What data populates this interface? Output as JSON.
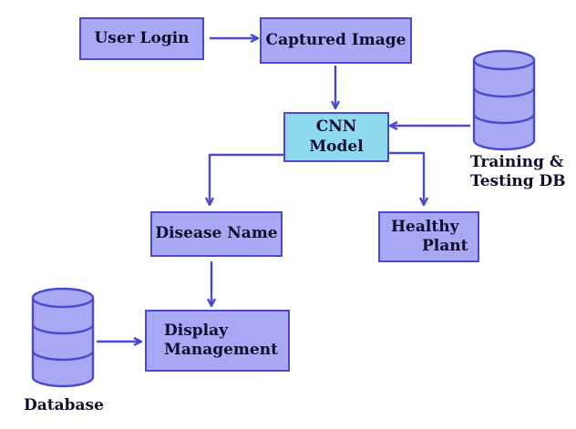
{
  "nodes": {
    "user_login": "User Login",
    "captured_image": "Captured Image",
    "cnn_model": [
      "CNN",
      "Model"
    ],
    "disease_name": "Disease Name",
    "healthy_plant": [
      "Healthy",
      "Plant"
    ],
    "display_management": [
      "Display",
      "Management"
    ]
  },
  "databases": {
    "training_db": [
      "Training &",
      "Testing DB"
    ],
    "database": "Database"
  },
  "colors": {
    "box_fill": "#a8a8f4",
    "cnn_fill": "#8fd9ee",
    "stroke": "#4a4ad0",
    "db_fill": "#a8a8f4"
  },
  "icons": [
    "training-db-cylinder-icon",
    "database-cylinder-icon"
  ]
}
